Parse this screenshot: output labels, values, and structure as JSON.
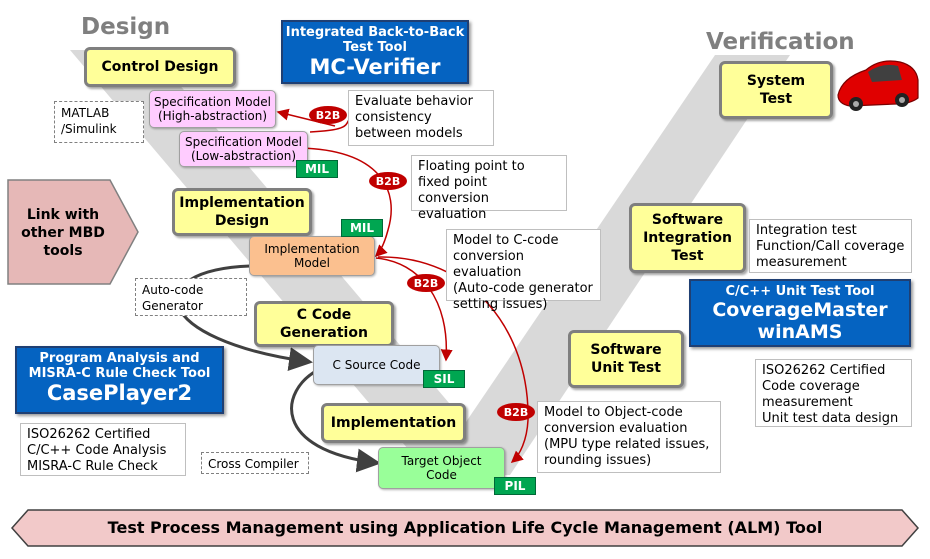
{
  "headings": {
    "design": "Design",
    "verification": "Verification"
  },
  "phases": {
    "control_design": "Control Design",
    "implementation_design": "Implementation\nDesign",
    "c_code_generation": "C Code\nGeneration",
    "implementation": "Implementation",
    "system_test": "System\nTest",
    "software_integration_test": "Software\nIntegration\nTest",
    "software_unit_test": "Software\nUnit Test"
  },
  "models": {
    "spec_high_title": "Specification Model",
    "spec_high_sub": "(High-abstraction)",
    "spec_low_title": "Specification Model",
    "spec_low_sub": "(Low-abstraction)",
    "impl_model": "Implementation\nModel",
    "c_source": "C Source Code",
    "target_object": "Target Object\nCode"
  },
  "tags": {
    "mil_1": "MIL",
    "mil_2": "MIL",
    "sil": "SIL",
    "pil": "PIL"
  },
  "b2b": [
    "B2B",
    "B2B",
    "B2B",
    "B2B"
  ],
  "notes": {
    "matlab": "MATLAB\n/Simulink",
    "evaluate_behavior": "Evaluate behavior\nconsistency\nbetween models",
    "floating_point": "Floating point to\nfixed point\nconversion evaluation",
    "model_to_c": "Model to C-code\nconversion evaluation\n(Auto-code generator\nsetting issues)",
    "auto_code": "Auto-code\nGenerator",
    "model_to_object": "Model to Object-code\nconversion evaluation\n(MPU type related issues,\nrounding issues)",
    "cross_compiler": "Cross Compiler",
    "integration_test": "Integration test\nFunction/Call coverage\nmeasurement",
    "unit_test_notes": "ISO26262  Certified\nCode coverage\nmeasurement\nUnit test data design",
    "caseplayer_notes": "ISO26262  Certified\nC/C++ Code Analysis\nMISRA-C Rule Check"
  },
  "tools": {
    "mc_verifier_sub": "Integrated Back-to-Back\nTest Tool",
    "mc_verifier_name": "MC-Verifier",
    "coverage_sub": "C/C++ Unit Test Tool",
    "coverage_name": "CoverageMaster\nwinAMS",
    "caseplayer_sub": "Program Analysis and\nMISRA-C Rule Check Tool",
    "caseplayer_name": "CasePlayer2"
  },
  "link_mbd": "Link with\nother MBD\ntools",
  "footer": "Test Process Management using Application Life Cycle Management (ALM) Tool",
  "colors": {
    "v_band": "#d9d9d9",
    "phase_box": "#ffff99",
    "tool_blue": "#0563c1",
    "b2b_red": "#c00000",
    "tag_green": "#00a651",
    "footer_pink": "#f2c9c9",
    "link_pink": "#e6b8b7"
  },
  "icons": {
    "car": "red-car-icon"
  }
}
